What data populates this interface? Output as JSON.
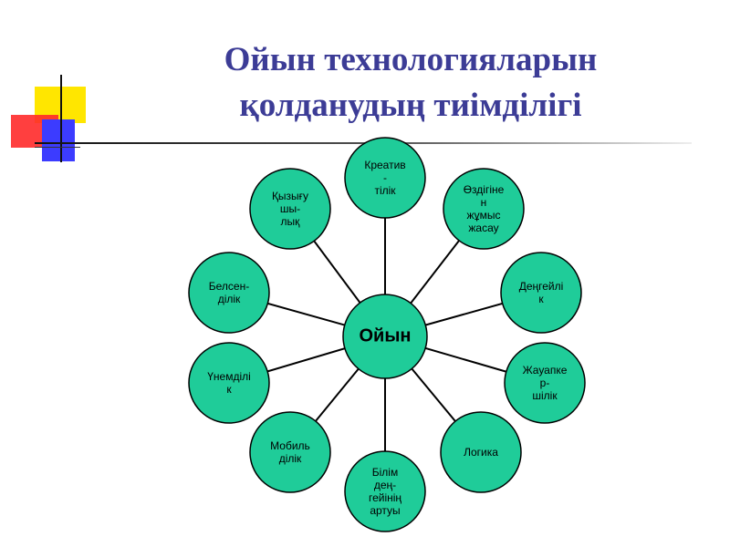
{
  "title_line1": "Ойын технологияларын",
  "title_line2": "қолданудың тиімділігі",
  "center": "Ойын",
  "nodes": [
    {
      "label": "Креатив\n-\nтілік"
    },
    {
      "label": "Өздігіне\nн\nжұмыс\nжасау"
    },
    {
      "label": "Деңгейлі\nк"
    },
    {
      "label": "Жауапке\nр-\nшілік"
    },
    {
      "label": "Логика"
    },
    {
      "label": "Білім\nдең-\nгейінің\nартуы"
    },
    {
      "label": "Мобиль\nділік"
    },
    {
      "label": "Үнемділі\nк"
    },
    {
      "label": "Белсен-\nділік"
    },
    {
      "label": "Қызығу\nшы-\nлық"
    }
  ],
  "colors": {
    "node_fill": "#1fcc99",
    "title": "#3c3c96",
    "deco_yellow": "#ffe600",
    "deco_red": "#ff2a2a",
    "deco_blue": "#3c3cff"
  }
}
